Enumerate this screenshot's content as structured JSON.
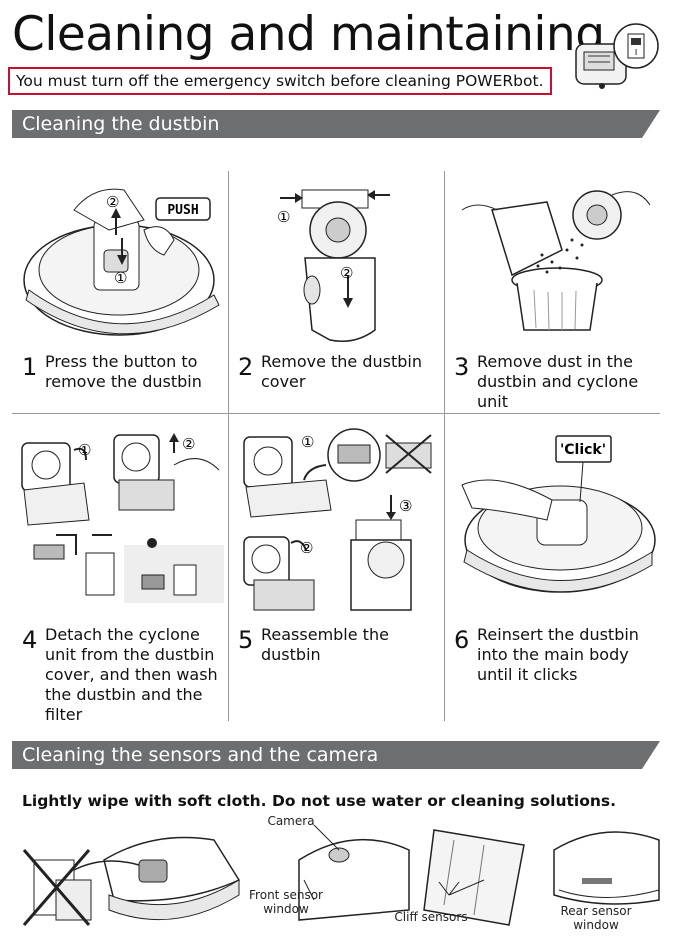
{
  "page": {
    "title": "Cleaning and maintaining",
    "warning": "You must turn off the emergency switch before cleaning POWERbot."
  },
  "dustbin": {
    "heading": "Cleaning the dustbin",
    "steps": [
      {
        "num": "1",
        "text": "Press the button to remove the dustbin",
        "push": "PUSH",
        "m1": "①",
        "m2": "②"
      },
      {
        "num": "2",
        "text": "Remove the dustbin cover",
        "m1": "①",
        "m2": "②"
      },
      {
        "num": "3",
        "text": "Remove dust in the dustbin and cyclone unit"
      },
      {
        "num": "4",
        "text": "Detach the cyclone unit from the dustbin cover, and then wash the dustbin and the filter",
        "m1": "①",
        "m2": "②"
      },
      {
        "num": "5",
        "text": "Reassemble the dustbin",
        "m1": "①",
        "m2": "②",
        "m3": "③"
      },
      {
        "num": "6",
        "text": "Reinsert the dustbin into the main body until it clicks",
        "click": "'Click'"
      }
    ]
  },
  "sensors": {
    "heading": "Cleaning the sensors and the camera",
    "note": "Lightly wipe with soft cloth. Do not use water or cleaning solutions.",
    "labels": {
      "camera": "Camera",
      "front_sensor": "Front sensor window",
      "cliff": "Cliff sensors",
      "rear_sensor": "Rear sensor window"
    }
  }
}
